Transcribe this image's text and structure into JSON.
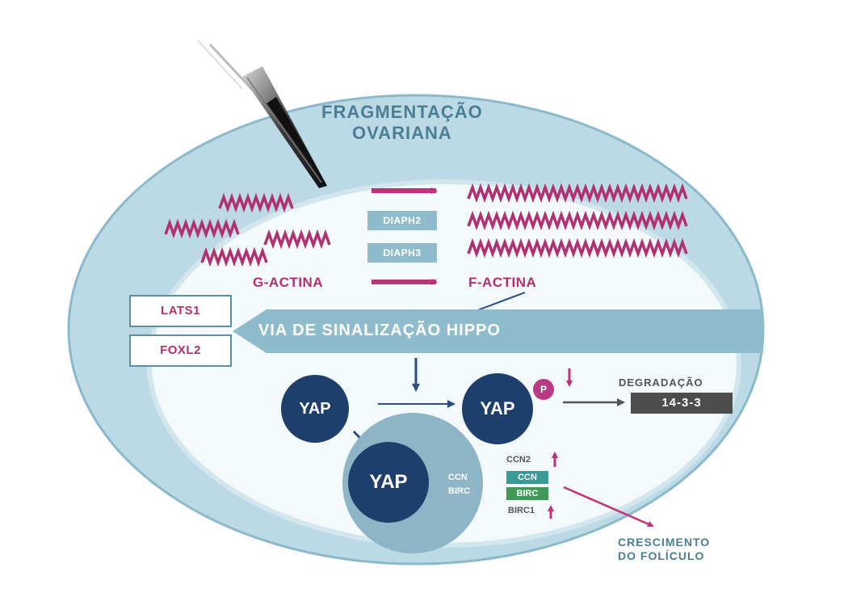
{
  "title": {
    "line1": "FRAGMENTAÇÃO",
    "line2": "OVARIANA"
  },
  "diaph": [
    "DIAPH2",
    "DIAPH3"
  ],
  "actin": {
    "g": "G-ACTINA",
    "f": "F-ACTINA"
  },
  "genes": [
    "LATS1",
    "FOXL2"
  ],
  "hippo": "VIA DE SINALIZAÇÃO HIPPO",
  "yap": {
    "label": "YAP",
    "p": "P"
  },
  "degradation": {
    "label": "DEGRADAÇÃO",
    "box": "14-3-3"
  },
  "nucleus": {
    "ccn": "CCN",
    "birc": "BIRC"
  },
  "targets": {
    "ccn2": "CCN2",
    "ccn": "CCN",
    "birc": "BIRC",
    "birc1": "BIRC1"
  },
  "growth": {
    "line1": "CRESCIMENTO",
    "line2": "DO FOLÍCULO"
  },
  "colors": {
    "magenta": "#b03070",
    "navy": "#1e3f6b",
    "teal": "#4a7f93",
    "light_blue": "#bcd9e6",
    "green": "#3f9a5a",
    "teal_box": "#3a9a96"
  }
}
